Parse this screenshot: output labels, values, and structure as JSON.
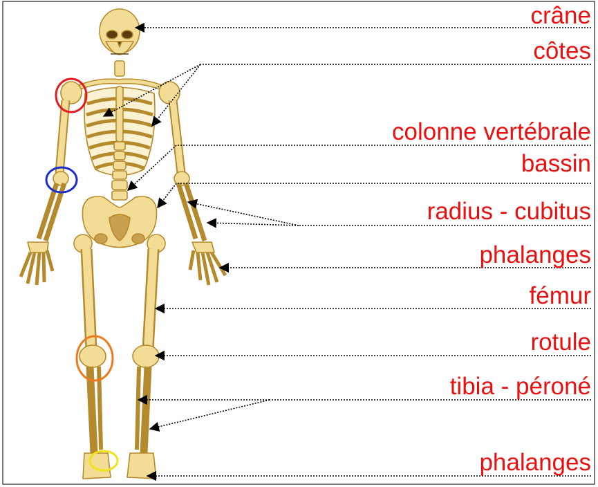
{
  "labels": {
    "crane": "crâne",
    "cotes": "côtes",
    "colonne": "colonne vertébrale",
    "bassin": "bassin",
    "radius": "radius - cubitus",
    "phalanges_main": "phalanges",
    "femur": "fémur",
    "rotule": "rotule",
    "tibia": "tibia - péroné",
    "phalanges_pied": "phalanges"
  },
  "colors": {
    "label": "#e8110f",
    "bone_fill": "#f3dc95",
    "bone_stroke": "#b58a2c",
    "circle_shoulder": "#e21c1c",
    "circle_wrist": "#1a2ccf",
    "circle_knee": "#ee7a1c",
    "circle_toes": "#f2e21a"
  }
}
